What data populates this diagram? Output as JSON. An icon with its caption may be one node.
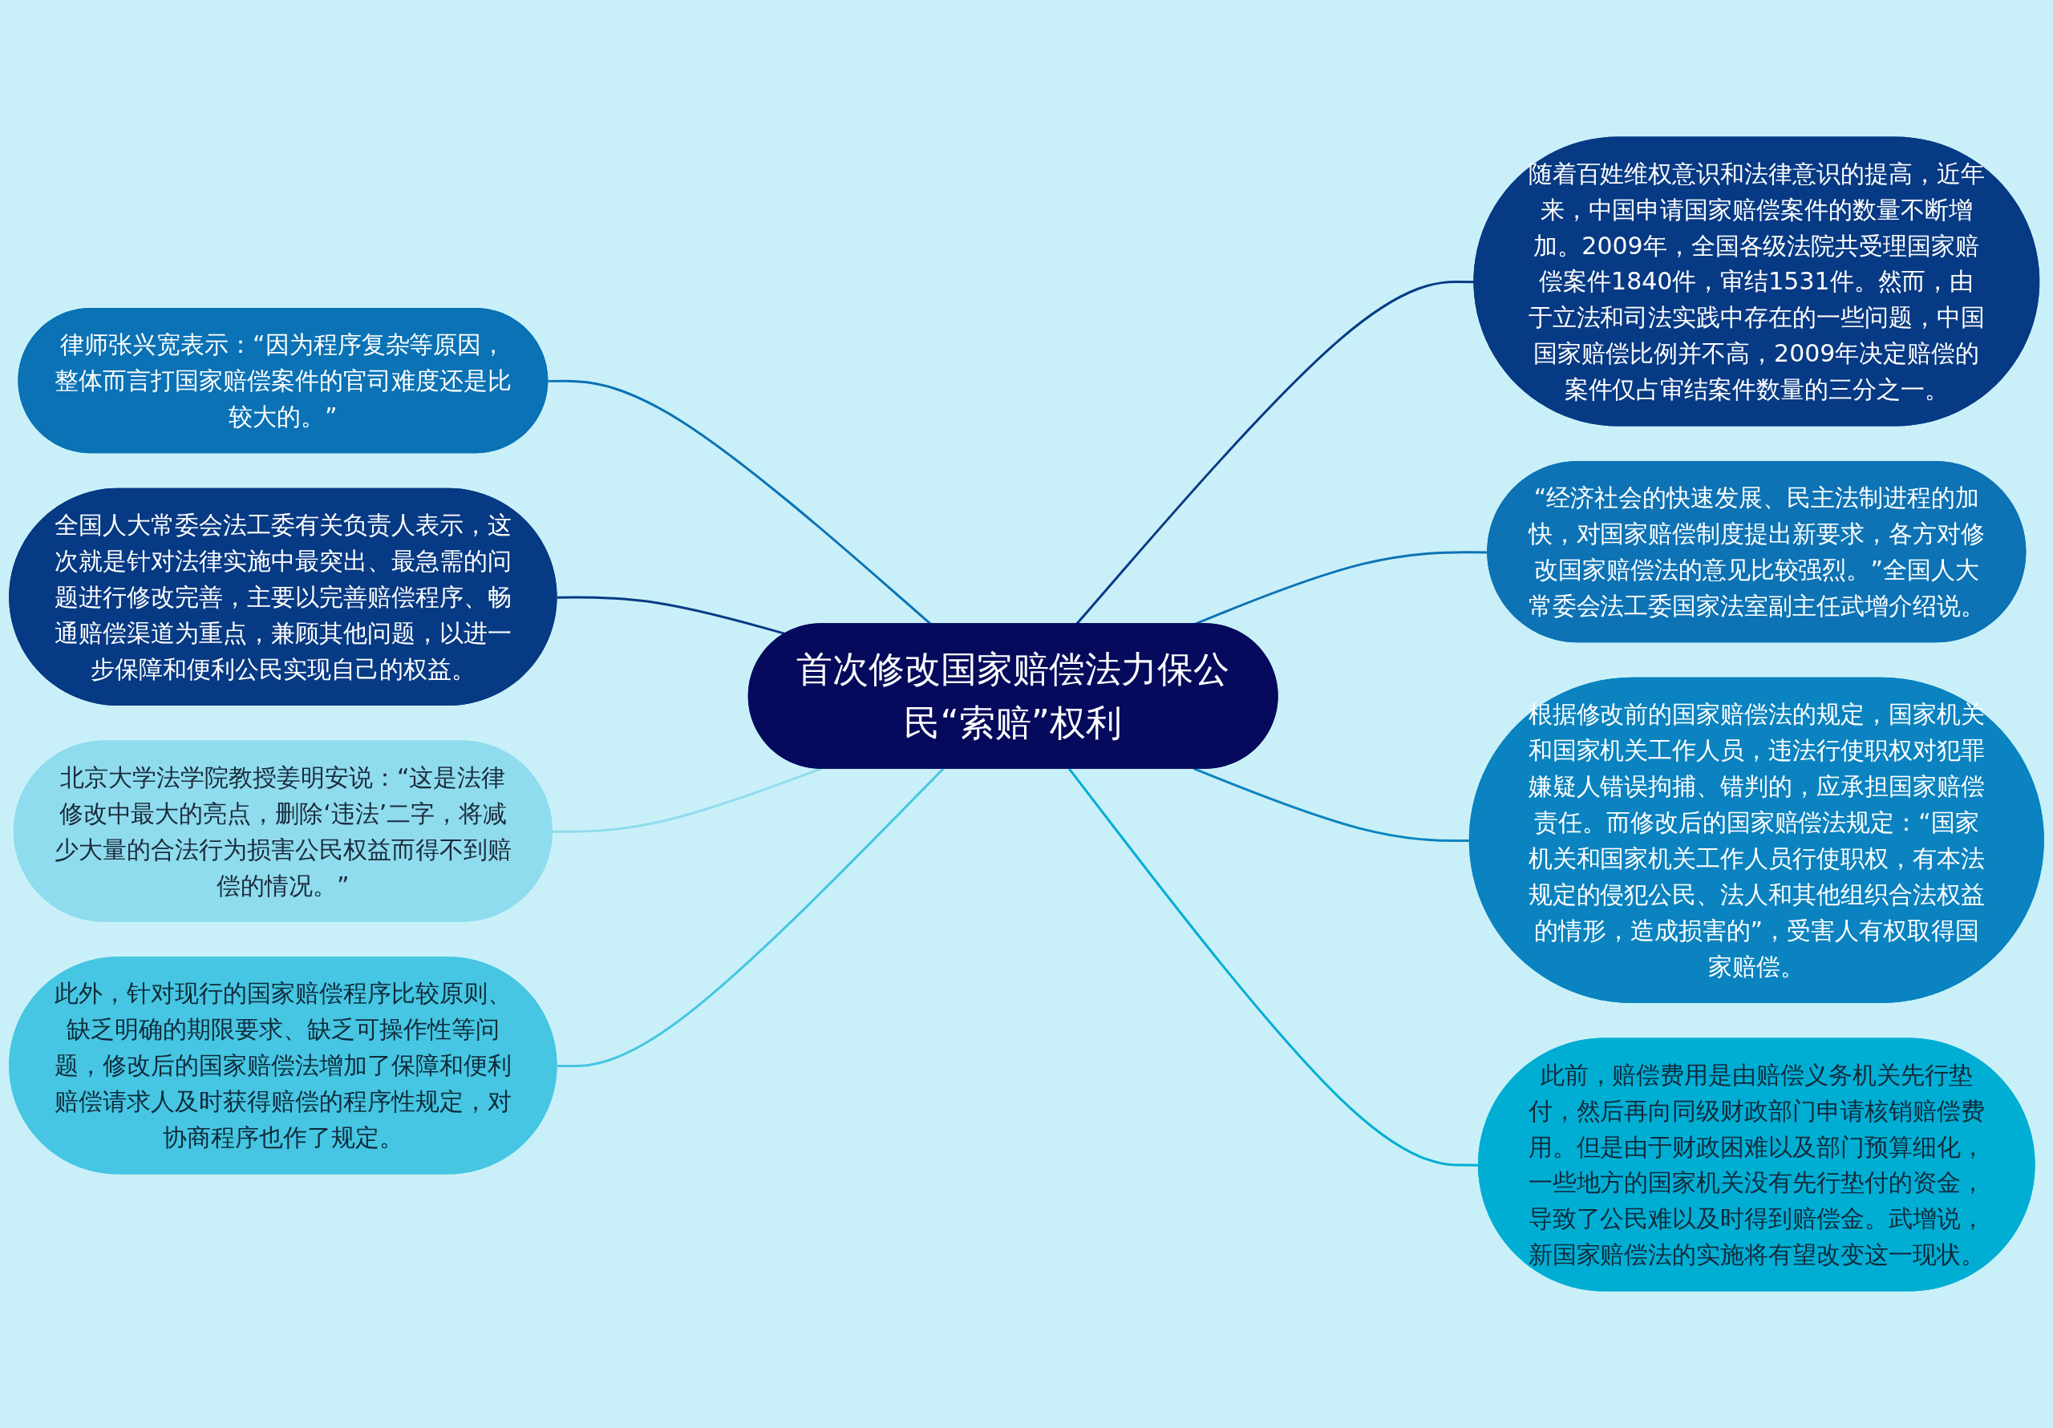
{
  "diagram": {
    "nodes": [
      {
        "text": [
          "首次修改国家赔偿法力保公民“索赔”权利"
        ]
      },
      {
        "text": [
          "律师张兴宽表示：“因为程序复杂等原因，整体而言打国家赔偿案件的官司难度还是比较大的。”"
        ]
      },
      {
        "text": [
          "全国人大常委会法工委有关负责人表示，这次就是针对法律实施中最突出、最急需的问题进行修改完善，主要以完善赔偿程序、畅通赔偿渠道为重点，兼顾其他问题，以进一步保障和便利公民实现自己的权益。"
        ]
      },
      {
        "text": [
          "北京大学法学院教授姜明安说：“这是法律修改中最大的亮点，删除‘违法’二字，将减少大量的合法行为损害公民权益而得不到赔偿的情况。”"
        ]
      },
      {
        "text": [
          "此外，针对现行的国家赔偿程序比较原则、缺乏明确的期限要求、缺乏可操作性等问题，修改后的国家赔偿法增加了保障和便利赔偿请求人及时获得赔偿的程序性规定，对协商程序也作了规定。"
        ]
      },
      {
        "text": [
          "随着百姓维权意识和法律意识的提高，近年来，中国申请国家赔偿案件的数量不断增加。2009年，全国各级法院共受理国家赔偿案件1840件，审结1531件。然而，由于立法和司法实践中存在的一些问题，中国国家赔偿比例并不高，2009年决定赔偿的案件仅占审结案件数量的三分之一。"
        ]
      },
      {
        "text": [
          "“经济社会的快速发展、民主法制进程的加快，对国家赔偿制度提出新要求，各方对修改国家赔偿法的意见比较强烈。”全国人大常委会法工委国家法室副主任武增介绍说。"
        ]
      },
      {
        "text": [
          "根据修改前的国家赔偿法的规定，国家机关和国家机关工作人员，违法行使职权对犯罪嫌疑人错误拘捕、错判的，应承担国家赔偿责任。而修改后的国家赔偿法规定：“国家机关和国家机关工作人员行使职权，有本法规定的侵犯公民、法人和其他组织合法权益的情形，造成损害的”，受害人有权取得国家赔偿。"
        ]
      },
      {
        "text": [
          "此前，赔偿费用是由赔偿义务机关先行垫付，然后再向同级财政部门申请核销赔偿费用。但是由于财政困难以及部门预算细化，一些地方的国家机关没有先行垫付的资金，导致了公民难以及时得到赔偿金。武增说，新国家赔偿法的实施将有望改变这一现状。"
        ]
      }
    ],
    "edges": [
      {
        "from": 1,
        "to": 0,
        "arrow": "none",
        "color": "#0a72b5"
      },
      {
        "from": 2,
        "to": 0,
        "arrow": "none",
        "color": "#073a84"
      },
      {
        "from": 3,
        "to": 0,
        "arrow": "none",
        "color": "#8fdcee"
      },
      {
        "from": 4,
        "to": 0,
        "arrow": "none",
        "color": "#46c6e2"
      },
      {
        "from": 0,
        "to": 5,
        "arrow": "none",
        "color": "#073a84"
      },
      {
        "from": 0,
        "to": 6,
        "arrow": "none",
        "color": "#0d73b5"
      },
      {
        "from": 0,
        "to": 7,
        "arrow": "none",
        "color": "#0a83c0"
      },
      {
        "from": 0,
        "to": 8,
        "arrow": "none",
        "color": "#00aed4"
      }
    ]
  }
}
